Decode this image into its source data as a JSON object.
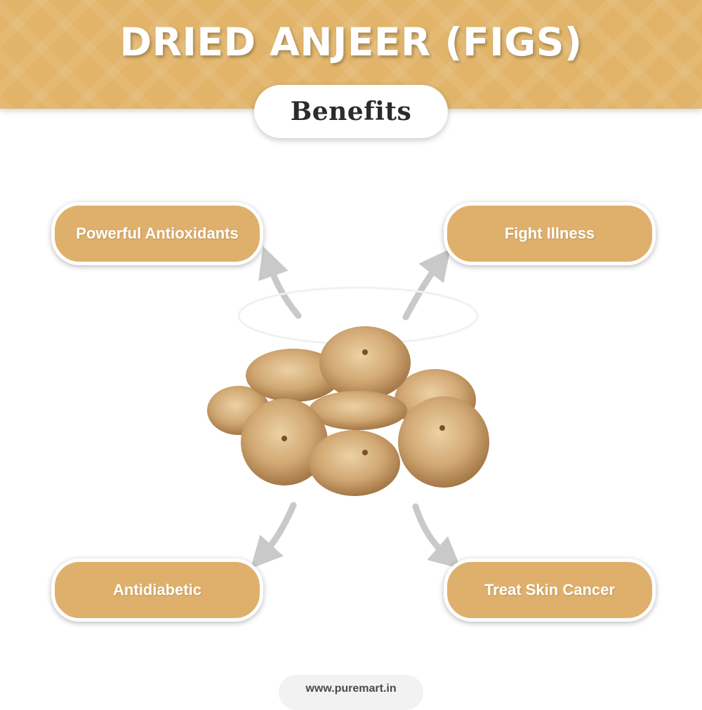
{
  "title": "DRIED ANJEER (FIGS)",
  "subtitle": "Benefits",
  "benefits": {
    "top_left": "Powerful Antioxidants",
    "top_right": "Fight Illness",
    "bottom_left": "Antidiabetic",
    "bottom_right": "Treat Skin Cancer"
  },
  "footer": "www.puremart.in",
  "colors": {
    "accent": "#e1b46a",
    "pill": "#dfb06b",
    "arrow": "#c4c4c4"
  }
}
